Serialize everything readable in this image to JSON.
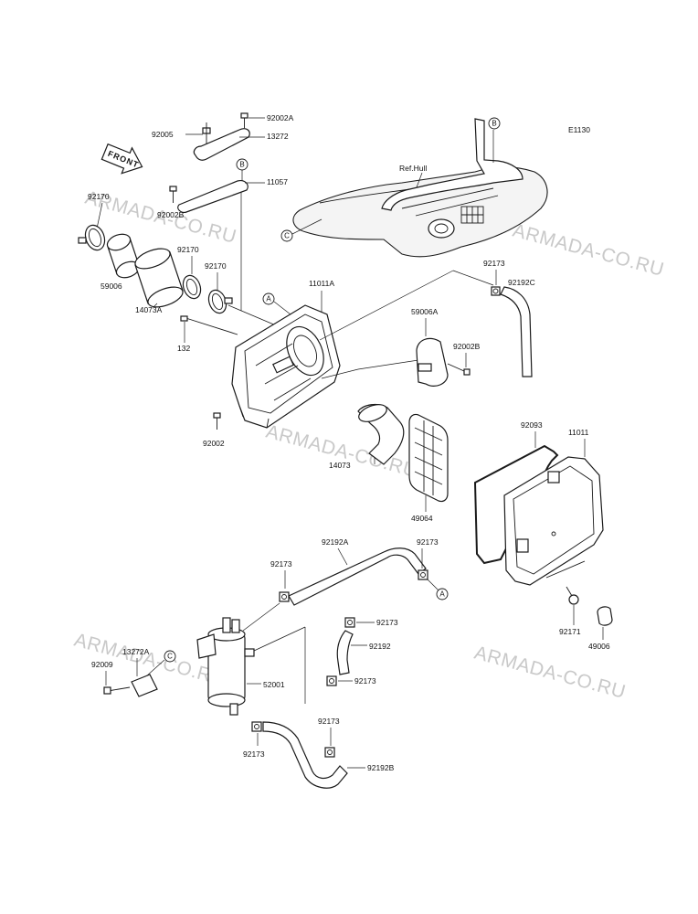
{
  "diagram_code": "E1130",
  "front_label": "FRONT",
  "ref_label": "Ref.Hull",
  "watermark": "ARMADA-CO.RU",
  "markers": {
    "a": "A",
    "b": "B",
    "c": "C"
  },
  "parts": {
    "p92002A": "92002A",
    "p92005": "92005",
    "p13272": "13272",
    "p11057": "11057",
    "p92002B": "92002B",
    "p92170": "92170",
    "p59006": "59006",
    "p14073A": "14073A",
    "p132": "132",
    "p11011A": "11011A",
    "p92173": "92173",
    "p92192C": "92192C",
    "p59006A": "59006A",
    "p92002": "92002",
    "p14073": "14073",
    "p49064": "49064",
    "p92093": "92093",
    "p11011": "11011",
    "p92171": "92171",
    "p49006": "49006",
    "p92192A": "92192A",
    "p92192": "92192",
    "p13272A": "13272A",
    "p92009": "92009",
    "p52001": "52001",
    "p92192B": "92192B"
  }
}
